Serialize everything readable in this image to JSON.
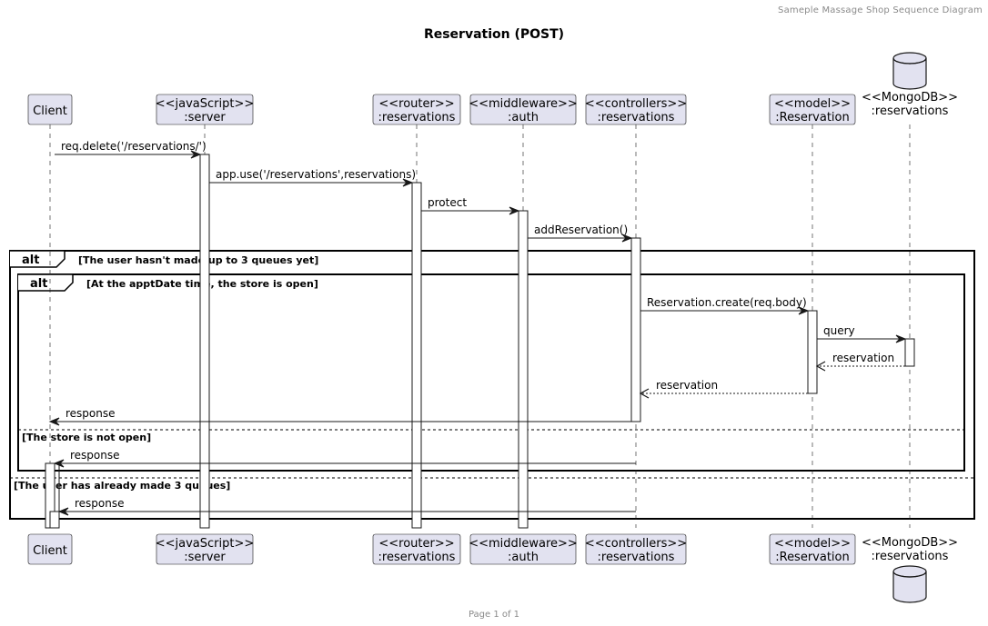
{
  "header": "Sameple Massage Shop Sequence Diagram",
  "title": "Reservation (POST)",
  "footer": "Page 1 of 1",
  "participants": [
    {
      "id": "client",
      "lines": [
        "Client"
      ],
      "kind": "box"
    },
    {
      "id": "server",
      "lines": [
        "<<javaScript>>",
        ":server"
      ],
      "kind": "box"
    },
    {
      "id": "router",
      "lines": [
        "<<router>>",
        ":reservations"
      ],
      "kind": "box"
    },
    {
      "id": "auth",
      "lines": [
        "<<middleware>>",
        ":auth"
      ],
      "kind": "box"
    },
    {
      "id": "controllers",
      "lines": [
        "<<controllers>>",
        ":reservations"
      ],
      "kind": "box"
    },
    {
      "id": "model",
      "lines": [
        "<<model>>",
        ":Reservation"
      ],
      "kind": "box"
    },
    {
      "id": "db",
      "lines": [
        "<<MongoDB>>",
        ":reservations"
      ],
      "kind": "database"
    }
  ],
  "messages": [
    {
      "from": "client",
      "to": "server",
      "label": "req.delete('/reservations/')",
      "type": "sync"
    },
    {
      "from": "server",
      "to": "router",
      "label": "app.use('/reservations',reservations)",
      "type": "sync"
    },
    {
      "from": "router",
      "to": "auth",
      "label": "protect",
      "type": "sync"
    },
    {
      "from": "auth",
      "to": "controllers",
      "label": "addReservation()",
      "type": "sync"
    },
    {
      "from": "controllers",
      "to": "model",
      "label": "Reservation.create(req.body)",
      "type": "sync"
    },
    {
      "from": "model",
      "to": "db",
      "label": "query",
      "type": "sync"
    },
    {
      "from": "db",
      "to": "model",
      "label": "reservation",
      "type": "return"
    },
    {
      "from": "model",
      "to": "controllers",
      "label": "reservation",
      "type": "return"
    },
    {
      "from": "controllers",
      "to": "client",
      "label": "response",
      "type": "sync"
    },
    {
      "from": "controllers",
      "to": "client",
      "label": "response",
      "type": "sync"
    },
    {
      "from": "controllers",
      "to": "client",
      "label": "response",
      "type": "sync"
    }
  ],
  "fragments": [
    {
      "keyword": "alt",
      "guard": "[The user hasn't made up to 3 queues yet]",
      "else_guard": "[The user has already made 3 queues]"
    },
    {
      "keyword": "alt",
      "guard": "[At the apptDate time, the store is open]",
      "else_guard": "[The store is not open]"
    }
  ],
  "colors": {
    "participant_fill": "#E2E2F0",
    "participant_stroke": "#181818",
    "lifeline": "#181818",
    "line": "#181818"
  }
}
